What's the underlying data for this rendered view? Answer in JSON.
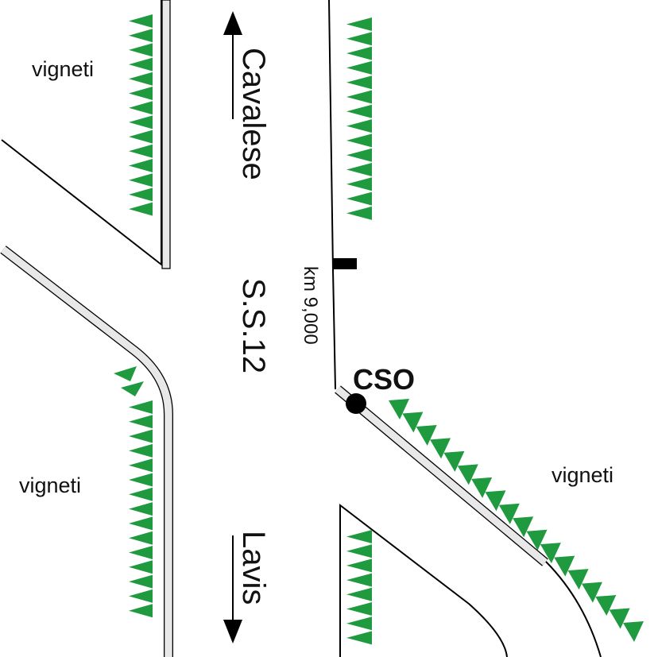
{
  "labels": {
    "vigneti_top_left": "vigneti",
    "vigneti_bottom_left": "vigneti",
    "vigneti_right": "vigneti",
    "north_direction": "Cavalese",
    "south_direction": "Lavis",
    "road": "S.S.12",
    "kilometre_marker": "km 9,000",
    "point": "CSO"
  },
  "colors": {
    "vineyard_marks": "#1f9a3f",
    "guardrail_fill": "#e8e8e8",
    "lines": "#000000"
  }
}
